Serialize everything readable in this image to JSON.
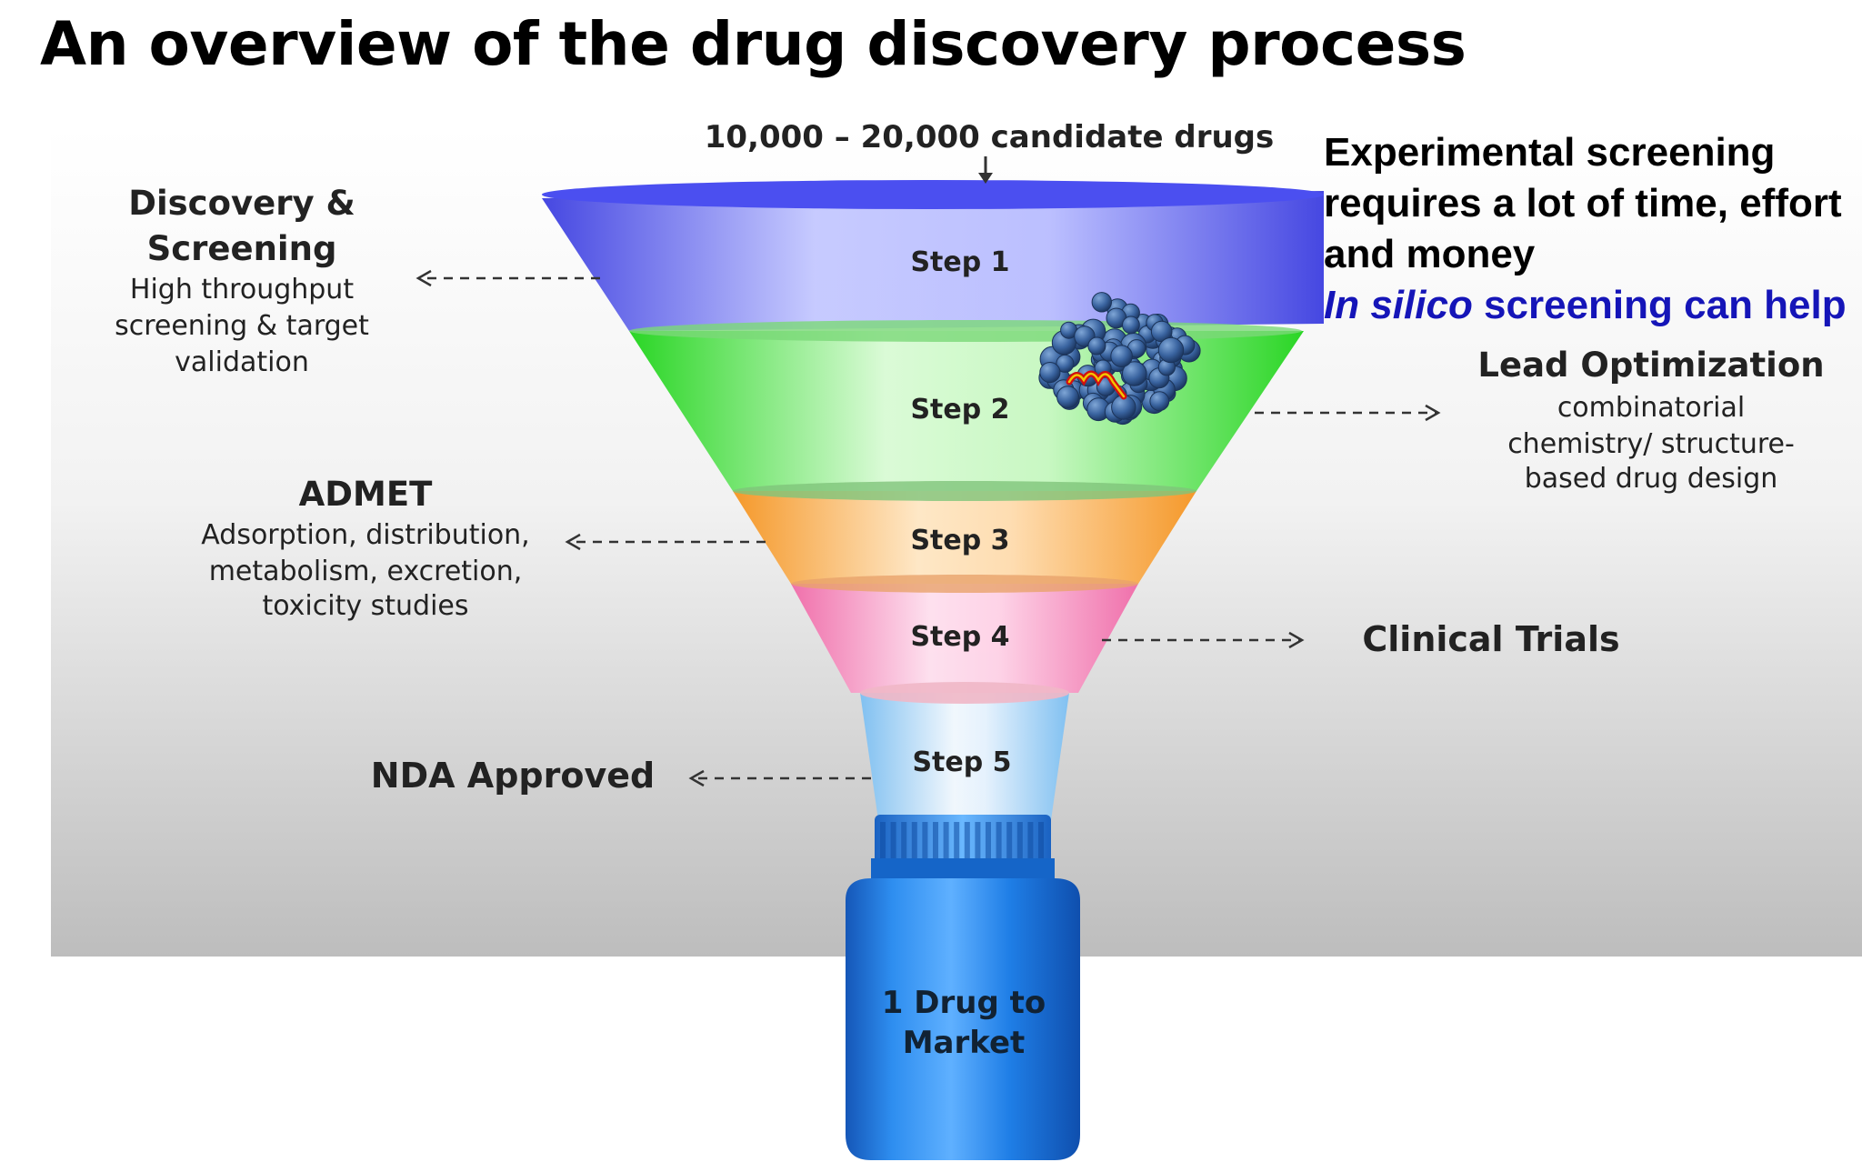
{
  "title": "An overview of the drug discovery process",
  "callout": {
    "line1": "Experimental screening",
    "line2": "requires a lot of time, effort",
    "line3": "and money",
    "line4_italic": "In silico",
    "line4_rest": " screening can help"
  },
  "funnel": {
    "top_label": "10,000 – 20,000 candidate drugs",
    "steps": [
      {
        "label": "Step 1",
        "color": "#5a5ef0"
      },
      {
        "label": "Step 2",
        "color": "#4fe24a"
      },
      {
        "label": "Step 3",
        "color": "#f7a640"
      },
      {
        "label": "Step 4",
        "color": "#f28cc0"
      },
      {
        "label": "Step 5",
        "color": "#9ad0f5"
      }
    ],
    "bottle_line1": "1 Drug to",
    "bottle_line2": "Market"
  },
  "stages": {
    "discovery": {
      "title_line1": "Discovery &",
      "title_line2": "Screening",
      "desc_line1": "High throughput",
      "desc_line2": "screening & target",
      "desc_line3": "validation"
    },
    "lead": {
      "title": "Lead Optimization",
      "desc_line1": "combinatorial",
      "desc_line2": "chemistry/ structure-",
      "desc_line3": "based drug design"
    },
    "admet": {
      "title": "ADMET",
      "desc_line1": "Adsorption, distribution,",
      "desc_line2": "metabolism, excretion,",
      "desc_line3": "toxicity studies"
    },
    "clinical": {
      "title": "Clinical Trials"
    },
    "nda": {
      "title": "NDA Approved"
    }
  },
  "icons": {
    "molecule": "protein-molecule-icon"
  },
  "colors": {
    "bottle": "#1a73d6",
    "callout_blue": "#1515b8",
    "backdrop": "#c8c8c8"
  }
}
